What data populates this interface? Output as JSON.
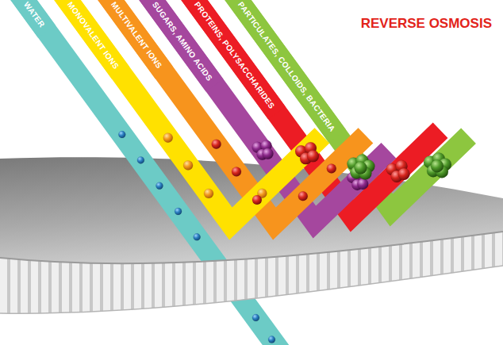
{
  "diagram": {
    "title": "REVERSE OSMOSIS",
    "nodes": [
      {
        "text": [
          "WATER"
        ]
      },
      {
        "text": [
          "MONOVALENT IONS"
        ]
      },
      {
        "text": [
          "MULTIVALENT IONS"
        ]
      },
      {
        "text": [
          "SUGARS, AMINO ACIDS"
        ]
      },
      {
        "text": [
          "PROTEINS, POLYSACCHARIDES"
        ]
      },
      {
        "text": [
          "PARTICULATES, COLLOIDS, BACTERIA"
        ]
      }
    ]
  }
}
